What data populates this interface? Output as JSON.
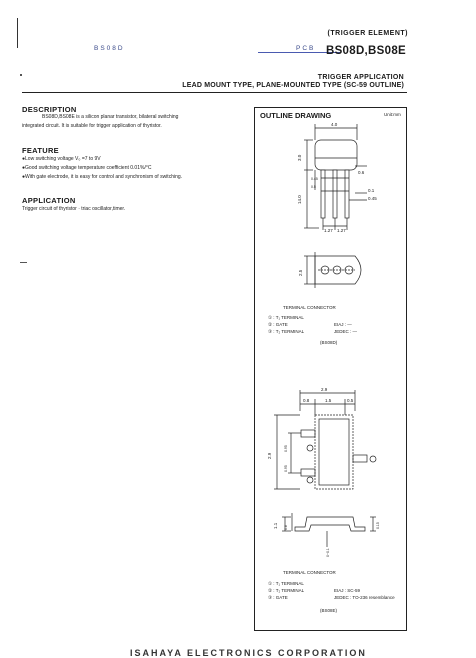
{
  "header": {
    "category": "(TRIGGER ELEMENT)",
    "part_small": "BS08D",
    "pcb_small": "PCB",
    "title": "BS08D,BS08E",
    "subtitle1": "TRIGGER APPLICATION",
    "subtitle2": "LEAD MOUNT TYPE, PLANE-MOUNTED TYPE (SC-59 OUTLINE)"
  },
  "description": {
    "heading": "DESCRIPTION",
    "line1": "BS08D,BS08E is a silicon planar transistor, bilateral switching",
    "line2": "integrated circuit. It is suitable for trigger application of thyristor."
  },
  "feature": {
    "heading": "FEATURE",
    "items": [
      "●Low switching voltage     V₀ =7 to 9V",
      "●Good switching voltage temperature coefficient     0.01%/°C",
      "●With gate electrode, it is easy for control and synchronism of switching."
    ]
  },
  "application": {
    "heading": "APPLICATION",
    "text": "Trigger circuit of thyristor · triac oscillator,timer."
  },
  "outline": {
    "title": "OUTLINE DRAWING",
    "unit": "Unit:mm",
    "top_dims": {
      "width": "4.0",
      "height": "3.0",
      "d1": "0.45",
      "d2": "0.5",
      "d3": "0.6",
      "d4": "0.1",
      "lead_len": "14.0",
      "lead_w": "0.45",
      "pitch1": "1.27",
      "pitch2": "1.27",
      "side": "2.5"
    },
    "terminal_heading_1": "TERMINAL CONNECTOR",
    "terminals_1": [
      "① : T₁ TERMINAL",
      "② : GATE",
      "③ : T₂ TERMINAL"
    ],
    "std_1": [
      "EIAJ : —",
      "JEDEC : —"
    ],
    "variant_1": "(BS08D)",
    "bottom_dims": {
      "width": "2.9",
      "left": "0.8",
      "mid": "1.5",
      "right": "0.5",
      "height": "2.9",
      "a": "0.95",
      "b": "0.95",
      "c": "1.1",
      "d": "0.8",
      "e": "0.15",
      "f": "0~0.1"
    },
    "terminal_heading_2": "TERMINAL CONNECTOR",
    "terminals_2": [
      "① : T₁ TERMINAL",
      "② : T₂ TERMINAL",
      "③ : GATE"
    ],
    "std_2": [
      "EIAJ : SC-59",
      "JEDEC : TO-236 resemblance"
    ],
    "variant_2": "(BS08E)"
  },
  "footer": {
    "company": "ISAHAYA ELECTRONICS CORPORATION"
  }
}
